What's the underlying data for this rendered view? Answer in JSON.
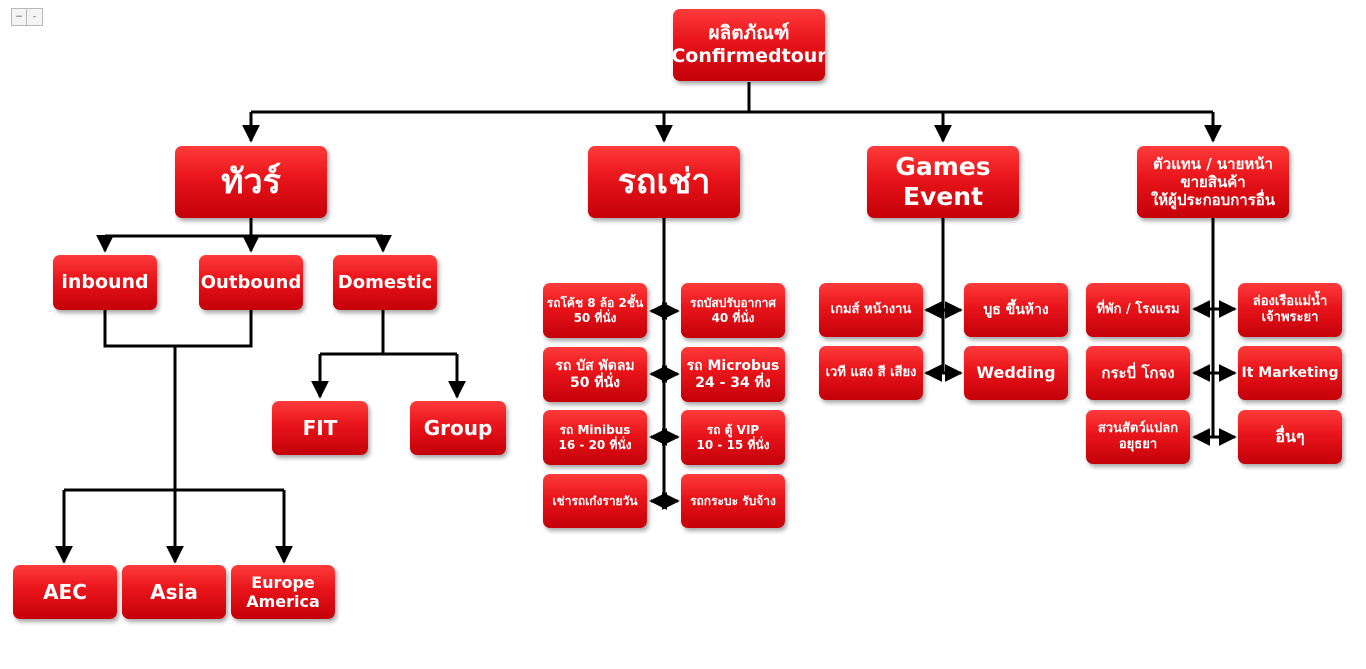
{
  "controls": {
    "zoom_out": "−",
    "zoom_in": "-"
  },
  "colors": {
    "node_fill": "#e8141a",
    "node_text": "#ffffff",
    "connector": "#000000"
  },
  "nodes": {
    "root": [
      "ผลิตภัณฑ์",
      "Confirmedtour"
    ],
    "tour": [
      "ทัวร์"
    ],
    "inbound": [
      "inbound"
    ],
    "outbound": [
      "Outbound"
    ],
    "domestic": [
      "Domestic"
    ],
    "fit": [
      "FIT"
    ],
    "group": [
      "Group"
    ],
    "aec": [
      "AEC"
    ],
    "asia": [
      "Asia"
    ],
    "europe": [
      "Europe",
      "America"
    ],
    "rental": [
      "รถเช่า"
    ],
    "coach8": [
      "รถโค้ช 8 ล้อ 2ชั้น",
      "50 ที่นั่ง"
    ],
    "aircon_bus": [
      "รถบัสปรับอากาศ",
      "40 ที่นั่ง"
    ],
    "fan_bus": [
      "รถ บัส พัดลม",
      "50 ที่นั่ง"
    ],
    "microbus": [
      "รถ Microbus",
      "24 - 34 ที่ง"
    ],
    "minibus": [
      "รถ Minibus",
      "16 - 20 ที่นั่ง"
    ],
    "van_vip": [
      "รถ ตู้ VIP",
      "10 - 15 ที่นั่ง"
    ],
    "daily_car": [
      "เช่ารถเก๋งรายวัน"
    ],
    "pickup": [
      "รถกระบะ รับจ้าง"
    ],
    "games": [
      "Games",
      "Event"
    ],
    "storefront": [
      "เกมส์ หน้างาน"
    ],
    "mall_booth": [
      "บูธ ขึ้นห้าง"
    ],
    "stage": [
      "เวที แสง สี เสียง"
    ],
    "wedding": [
      "Wedding"
    ],
    "agent": [
      "ตัวแทน / นายหน้า",
      "ขายสินค้า",
      "ให้ผู้ประกอบการอื่น"
    ],
    "hotel": [
      "ที่พัก / โรงแรม"
    ],
    "river": [
      "ล่องเรือแม่น้ำ",
      "เจ้าพระยา"
    ],
    "krabi": [
      "กระบี่ โกจง"
    ],
    "itmkt": [
      "It Marketing"
    ],
    "zoo": [
      "สวนสัตว์แปลก",
      "อยุธยา"
    ],
    "other": [
      "อื่นๆ"
    ]
  }
}
